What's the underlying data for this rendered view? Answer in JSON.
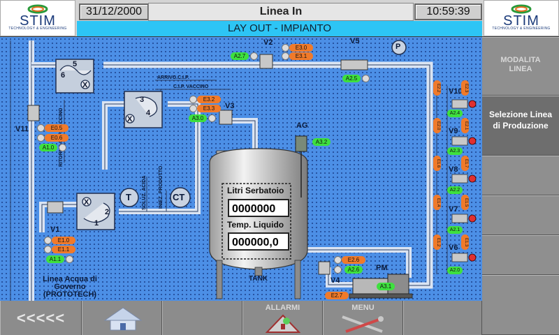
{
  "header": {
    "logo_brand": "STIM",
    "logo_sub": "TECHNOLOGY & ENGINEERING",
    "date": "31/12/2000",
    "title": "Linea In",
    "time": "10:59:39",
    "subtitle": "LAY OUT  -  IMPIANTO"
  },
  "side_panel": {
    "mode_label": "MODALITA LINEA",
    "select_label": "Selezione Linea di Produzione"
  },
  "bottom": {
    "back_label": "<<<<<",
    "alarms_label": "ALLARMI",
    "menu_label": "MENU"
  },
  "tank": {
    "label": "TANK",
    "liters_label": "Litri Serbatoio",
    "liters_value": "0000000",
    "temp_label": "Temp. Liquido",
    "temp_value": "000000,0"
  },
  "labels": {
    "v1": "V1",
    "v2": "V2",
    "v3": "V3",
    "v4": "V4",
    "v5": "V5",
    "v6": "V6",
    "v7": "V7",
    "v8": "V8",
    "v9": "V9",
    "v10": "V10",
    "v11": "V11",
    "ag": "AG",
    "pm": "PM",
    "p": "P",
    "t": "T",
    "ct": "CT",
    "arrivo_cip": "ARRIVO.C.I.P.",
    "cip_vaccino": "C.I.P. VACCINO",
    "ritorno_cip": "RITORNO.C.I.P. VACCINO",
    "soluz_acida": "SOLUZ. ACIDA",
    "iniez_prodotto": "INIEZ. PRODOTTO",
    "linea_acqua": "Linea Acqua di Governo (PROTOTECH)"
  },
  "tags": {
    "e05": "E0.5",
    "e06": "E0.6",
    "a10": "A1.0",
    "e30": "E3.0",
    "e31": "E3.1",
    "a27": "A2.7",
    "e32": "E3.2",
    "e33": "E3.3",
    "a30": "A3.0",
    "a25": "A2.5",
    "a32": "A3.2",
    "e10": "E1.0",
    "e11": "E1.1",
    "a11": "A1.1",
    "e26": "E2.6",
    "a26": "A2.6",
    "e27": "E2.7",
    "a31": "A3.1",
    "e22": "E2.2",
    "e23": "E2.3",
    "a24": "A2.4",
    "e20": "E2.0",
    "e21": "E2.1",
    "a23": "A2.3",
    "e16": "E1.6",
    "e17": "E1.7",
    "a22": "A2.2",
    "e14": "E1.4",
    "e15": "E1.5",
    "a21": "A2.1",
    "e12": "E1.2",
    "e13": "E1.3",
    "a20": "A2.0"
  }
}
